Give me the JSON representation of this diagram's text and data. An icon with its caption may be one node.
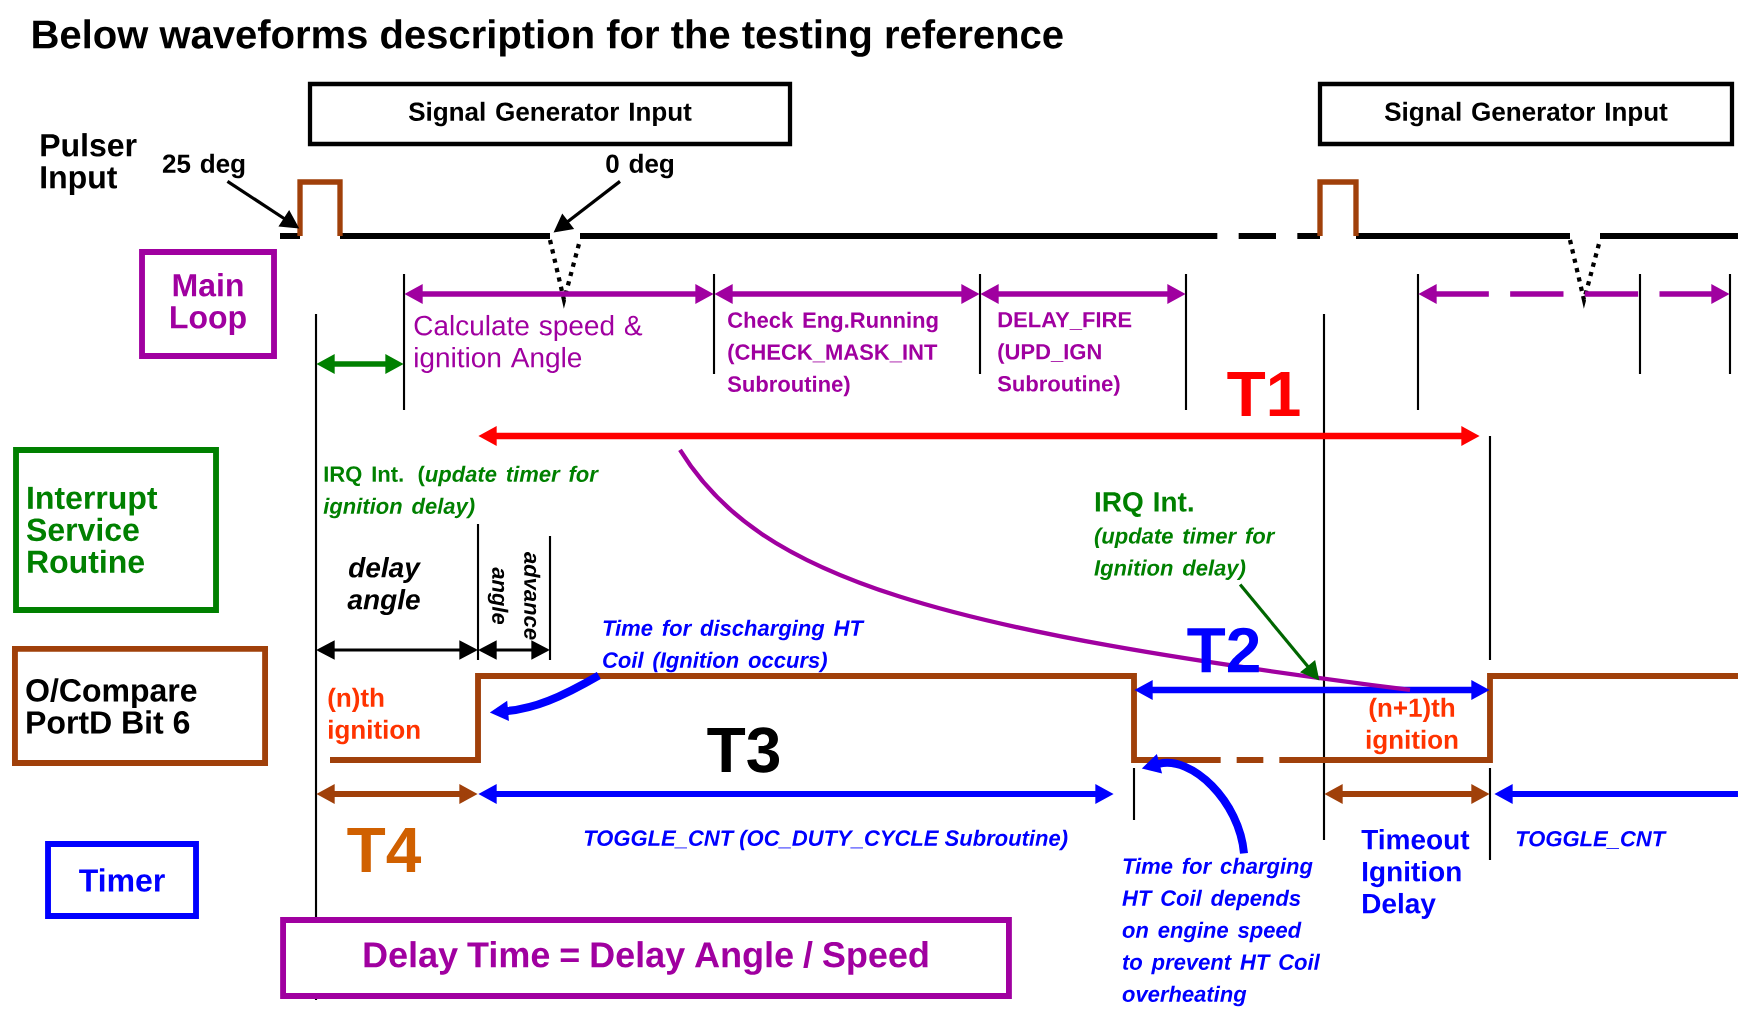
{
  "diagram": {
    "title": "Below waveforms description for the testing reference",
    "nodes": [
      {
        "text": [
          "Signal Generator Input"
        ]
      },
      {
        "text": [
          "Signal Generator Input"
        ]
      },
      {
        "text": [
          "Main Loop"
        ]
      },
      {
        "text": [
          "Interrupt Service Routine"
        ]
      },
      {
        "text": [
          "O/Compare PortD Bit 6"
        ]
      },
      {
        "text": [
          "Timer"
        ]
      },
      {
        "text": [
          "Delay Time = Delay Angle / Speed"
        ]
      },
      {
        "text": [
          "25 deg"
        ]
      },
      {
        "text": [
          "0 deg"
        ]
      },
      {
        "text": [
          "IRQ Int.",
          "(update timer for Ignition delay)"
        ]
      },
      {
        "text": [
          "Time for discharging HT Coil (Ignition occurs)"
        ]
      },
      {
        "text": [
          "Time for charging HT Coil depends on engine speed to prevent HT Coil overheating"
        ]
      },
      {
        "text": [],
        "shape": "line"
      },
      {
        "text": [],
        "shape": "line"
      }
    ],
    "edges": [
      {
        "from": 7,
        "to": 12,
        "arrow": "to"
      },
      {
        "from": 8,
        "to": 12,
        "arrow": "to"
      },
      {
        "from": 9,
        "to": 13,
        "arrow": "to",
        "color": "#006600"
      },
      {
        "from": 10,
        "to": 13,
        "arrow": "to",
        "style": "thick",
        "color": "#0000ff"
      },
      {
        "from": 11,
        "to": 13,
        "arrow": "to",
        "style": "thick",
        "color": "#0000ff"
      }
    ],
    "labels": [
      "Pulser Input",
      "Calculate speed & ignition Angle",
      "Check Eng.Running (CHECK_MASK_INT Subroutine)",
      "DELAY_FIRE (UPD_IGN Subroutine)",
      "T1",
      "IRQ Int. (*update timer for ignition delay)*",
      "delay angle",
      "advance angle",
      "(n)th ignition",
      "T2",
      "(n+1)th ignition",
      "T3",
      "T4",
      "TOGGLE_CNT (OC_DUTY_CYCLE Subroutine)",
      "Timeout Ignition Delay",
      "TOGGLE_CNT"
    ]
  }
}
